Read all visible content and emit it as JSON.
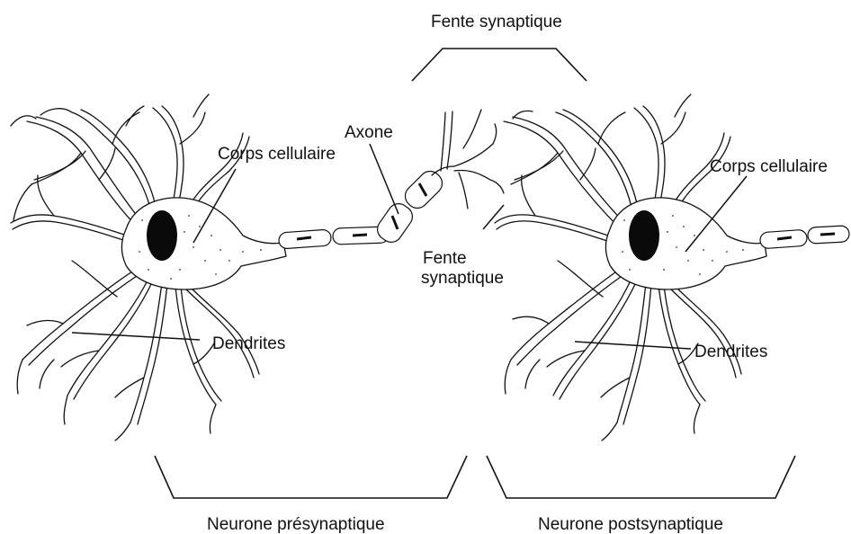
{
  "labels": {
    "fente_top": "Fente synaptique",
    "axone": "Axone",
    "corps_left": "Corps cellulaire",
    "corps_right": "Corps cellulaire",
    "fente_mid_line1": "Fente",
    "fente_mid_line2": "synaptique",
    "dendrites_left": "Dendrites",
    "dendrites_right": "Dendrites",
    "neurone_pre": "Neurone présynaptique",
    "neurone_post": "Neurone postsynaptique"
  },
  "colors": {
    "ink": "#111111",
    "nucleus": "#0a0a0a",
    "background": "#ffffff"
  }
}
